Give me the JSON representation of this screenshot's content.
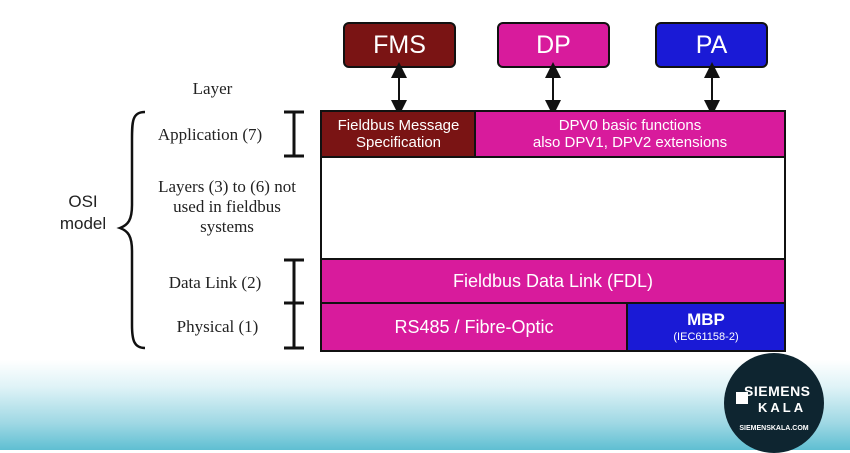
{
  "top_boxes": {
    "fms": {
      "label": "FMS",
      "color": "#7a1414"
    },
    "dp": {
      "label": "DP",
      "color": "#d81b9c"
    },
    "pa": {
      "label": "PA",
      "color": "#1a1ad6"
    }
  },
  "layer_header": "Layer",
  "layers": {
    "application": "Application (7)",
    "unused_line1": "Layers (3) to (6) not",
    "unused_line2": "used in fieldbus",
    "unused_line3": "systems",
    "data_link": "Data Link (2)",
    "physical": "Physical (1)"
  },
  "osi_model": {
    "line1": "OSI",
    "line2": "model"
  },
  "cells": {
    "fms_line1": "Fieldbus Message",
    "fms_line2": "Specification",
    "dpv_line1": "DPV0 basic functions",
    "dpv_line2": "also DPV1, DPV2 extensions",
    "fdl": "Fieldbus Data Link (FDL)",
    "rs485": "RS485 / Fibre-Optic",
    "mbp": "MBP",
    "mbp_sub": "(IEC61158-2)"
  },
  "logo": {
    "line1": "SIEMENS",
    "line2": "KALA",
    "site": "SIEMENSKALA.COM"
  }
}
